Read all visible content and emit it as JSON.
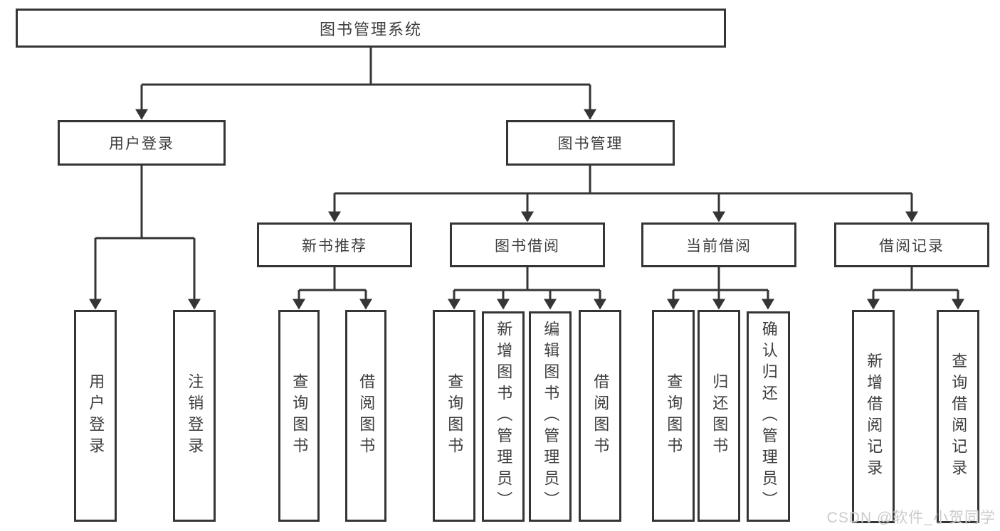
{
  "colors": {
    "background": "#ffffff",
    "line": "#353535",
    "text": "#3d3d3d",
    "watermark": "#c8c8c8"
  },
  "watermark": {
    "text": "CSDN @软件_小贺同学"
  },
  "tree": {
    "root": "图书管理系统",
    "user_login": "用户登录",
    "book_mgmt": "图书管理",
    "user_login_children": [
      "用户登录",
      "注销登录"
    ],
    "modules": [
      "新书推荐",
      "图书借阅",
      "当前借阅",
      "借阅记录"
    ],
    "new_books_children": [
      "查询图书",
      "借阅图书"
    ],
    "book_borrow_children": [
      "查询图书",
      "新增图书（管理员）",
      "编辑图书（管理员）",
      "借阅图书"
    ],
    "current_borrow_children": [
      "查询图书",
      "归还图书",
      "确认归还（管理员）"
    ],
    "borrow_records_children": [
      "新增借阅记录",
      "查询借阅记录"
    ]
  }
}
